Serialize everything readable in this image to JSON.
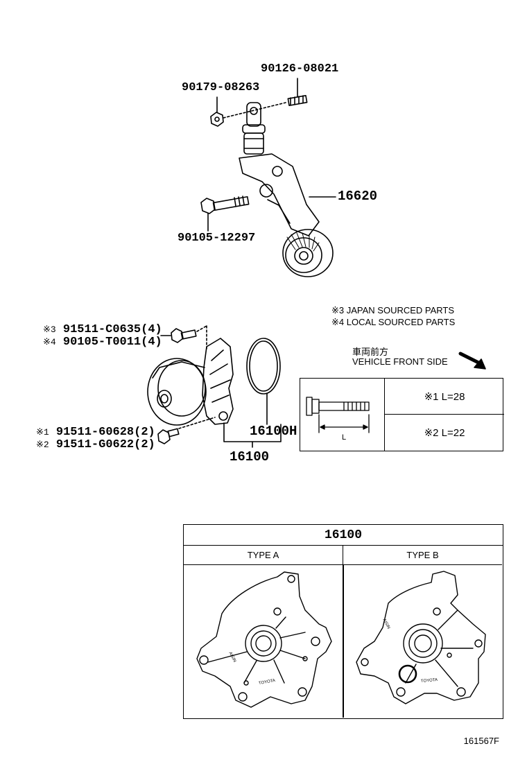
{
  "upper_assembly": {
    "part_16620": "16620",
    "part_90126": "90126-08021",
    "part_90179": "90179-08263",
    "part_90105_12297": "90105-12297"
  },
  "notes": {
    "note_3": "※3 JAPAN SOURCED PARTS",
    "note_4": "※4 LOCAL SOURCED PARTS",
    "direction_jp": "車両前方",
    "direction_en": "VEHICLE FRONT SIDE"
  },
  "pump_assembly": {
    "bolt_3_mark": "※3",
    "bolt_3_part": "91511-C0635(4)",
    "bolt_4_mark": "※4",
    "bolt_4_part": "90105-T0011(4)",
    "bolt_1_mark": "※1",
    "bolt_1_part": "91511-60628(2)",
    "bolt_2_mark": "※2",
    "bolt_2_part": "91511-G0622(2)",
    "gasket": "16100H",
    "pump": "16100"
  },
  "spec_table": {
    "length_label": "L",
    "row1": "※1  L=28",
    "row2": "※2  L=22"
  },
  "type_table": {
    "title": "16100",
    "type_a": "TYPE A",
    "type_b": "TYPE B",
    "brand_aisin": "AISIN",
    "brand_toyota": "TOYOTA"
  },
  "figure_id": "161567F"
}
